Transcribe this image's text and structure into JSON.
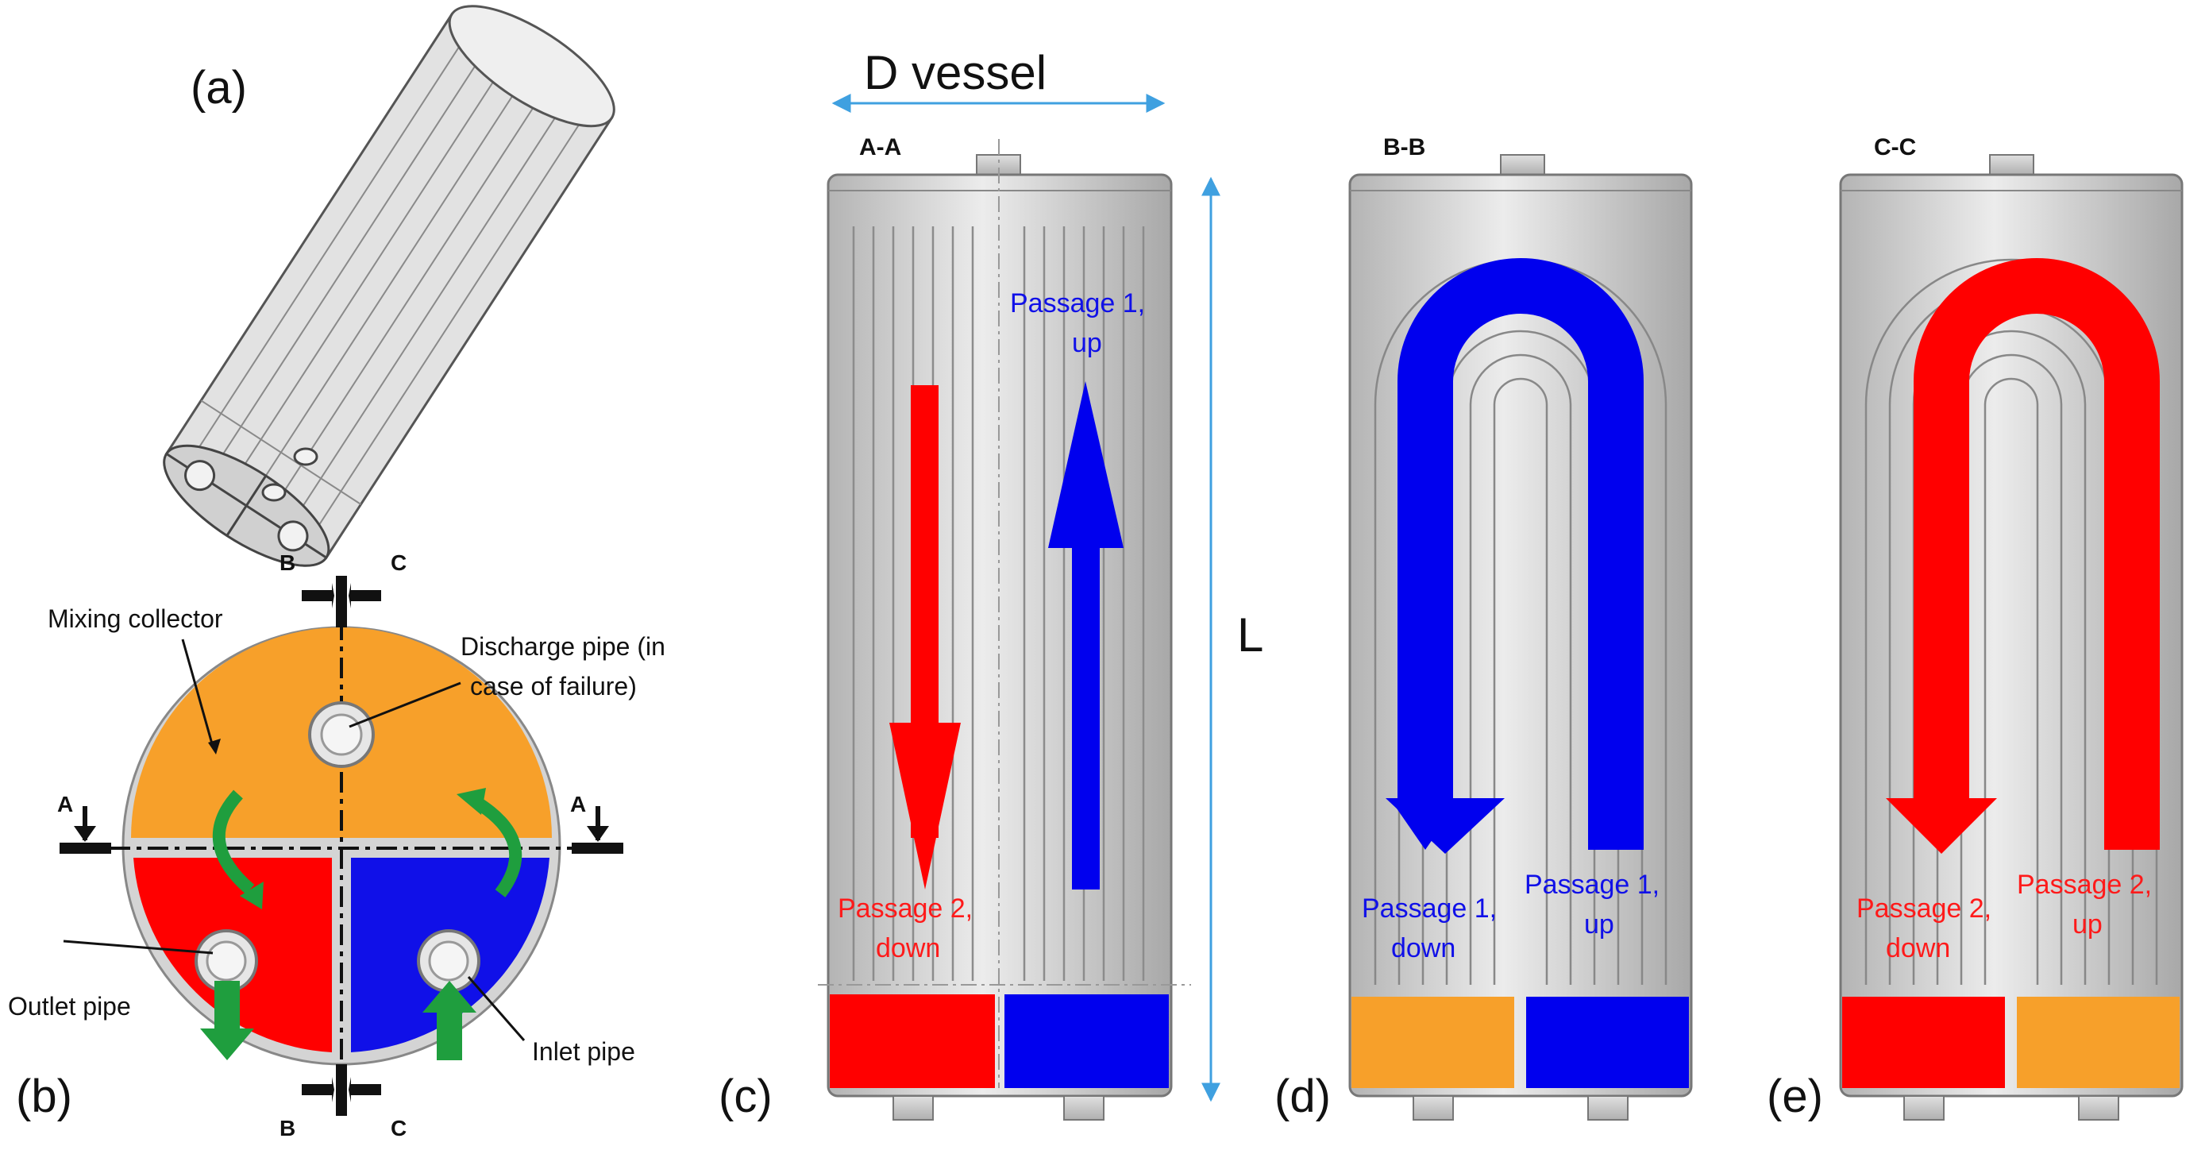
{
  "panels": {
    "a": "(a)",
    "b": "(b)",
    "c": "(c)",
    "d": "(d)",
    "e": "(e)"
  },
  "sections": {
    "aa": "A-A",
    "bb": "B-B",
    "cc": "C-C"
  },
  "cut_markers": {
    "a": "A",
    "b": "B",
    "c": "C"
  },
  "annotations": {
    "mixing_collector": "Mixing collector",
    "discharge_line1": "Discharge pipe (in",
    "discharge_line2": "case of failure)",
    "outlet_pipe": "Outlet pipe",
    "inlet_pipe": "Inlet pipe"
  },
  "dimensions": {
    "d_vessel": "D vessel",
    "length": "L"
  },
  "flow_labels": {
    "p1_up_line1": "Passage 1,",
    "p1_up_line2": "up",
    "p2_down_line1": "Passage 2,",
    "p2_down_line2": "down",
    "p1_down_line1": "Passage 1,",
    "p1_down_line2": "down",
    "p2_up_line1": "Passage 2,",
    "p2_up_line2": "up"
  },
  "colors": {
    "hot": "#ff0000",
    "cold": "#0000ee",
    "mixing": "#f7a02a",
    "flow_arrow": "#1f9e3e",
    "dimension_line": "#3fa0e0"
  }
}
